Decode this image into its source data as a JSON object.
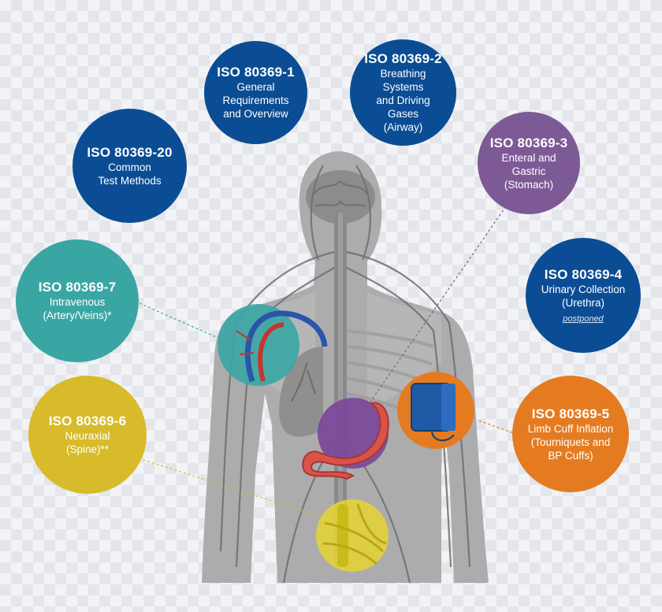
{
  "colors": {
    "navy": "#0b4d94",
    "purple": "#7d5a96",
    "teal": "#3aa6a4",
    "yellow": "#d7bb2a",
    "orange": "#e57b20",
    "body_gray": "#a9a9aa",
    "stomach_red": "#d44a3f",
    "cuff_blue": "#1f5aa6"
  },
  "badges": {
    "p1": {
      "code": "ISO 80369-1",
      "desc": "General Requirements\nand Overview"
    },
    "p2": {
      "code": "ISO 80369-2",
      "desc": "Breathing Systems\nand Driving Gases\n(Airway)"
    },
    "p3": {
      "code": "ISO 80369-3",
      "desc": "Enteral and Gastric\n(Stomach)"
    },
    "p4": {
      "code": "ISO 80369-4",
      "desc": "Urinary Collection\n(Urethra)",
      "note": "postponed"
    },
    "p5": {
      "code": "ISO 80369-5",
      "desc": "Limb Cuff Inflation\n(Tourniquets and\nBP Cuffs)"
    },
    "p6": {
      "code": "ISO 80369-6",
      "desc": "Neuraxial\n(Spine)**"
    },
    "p7": {
      "code": "ISO 80369-7",
      "desc": "Intravenous\n(Artery/Veins)*"
    },
    "p20": {
      "code": "ISO 80369-20",
      "desc": "Common\nTest Methods"
    }
  }
}
